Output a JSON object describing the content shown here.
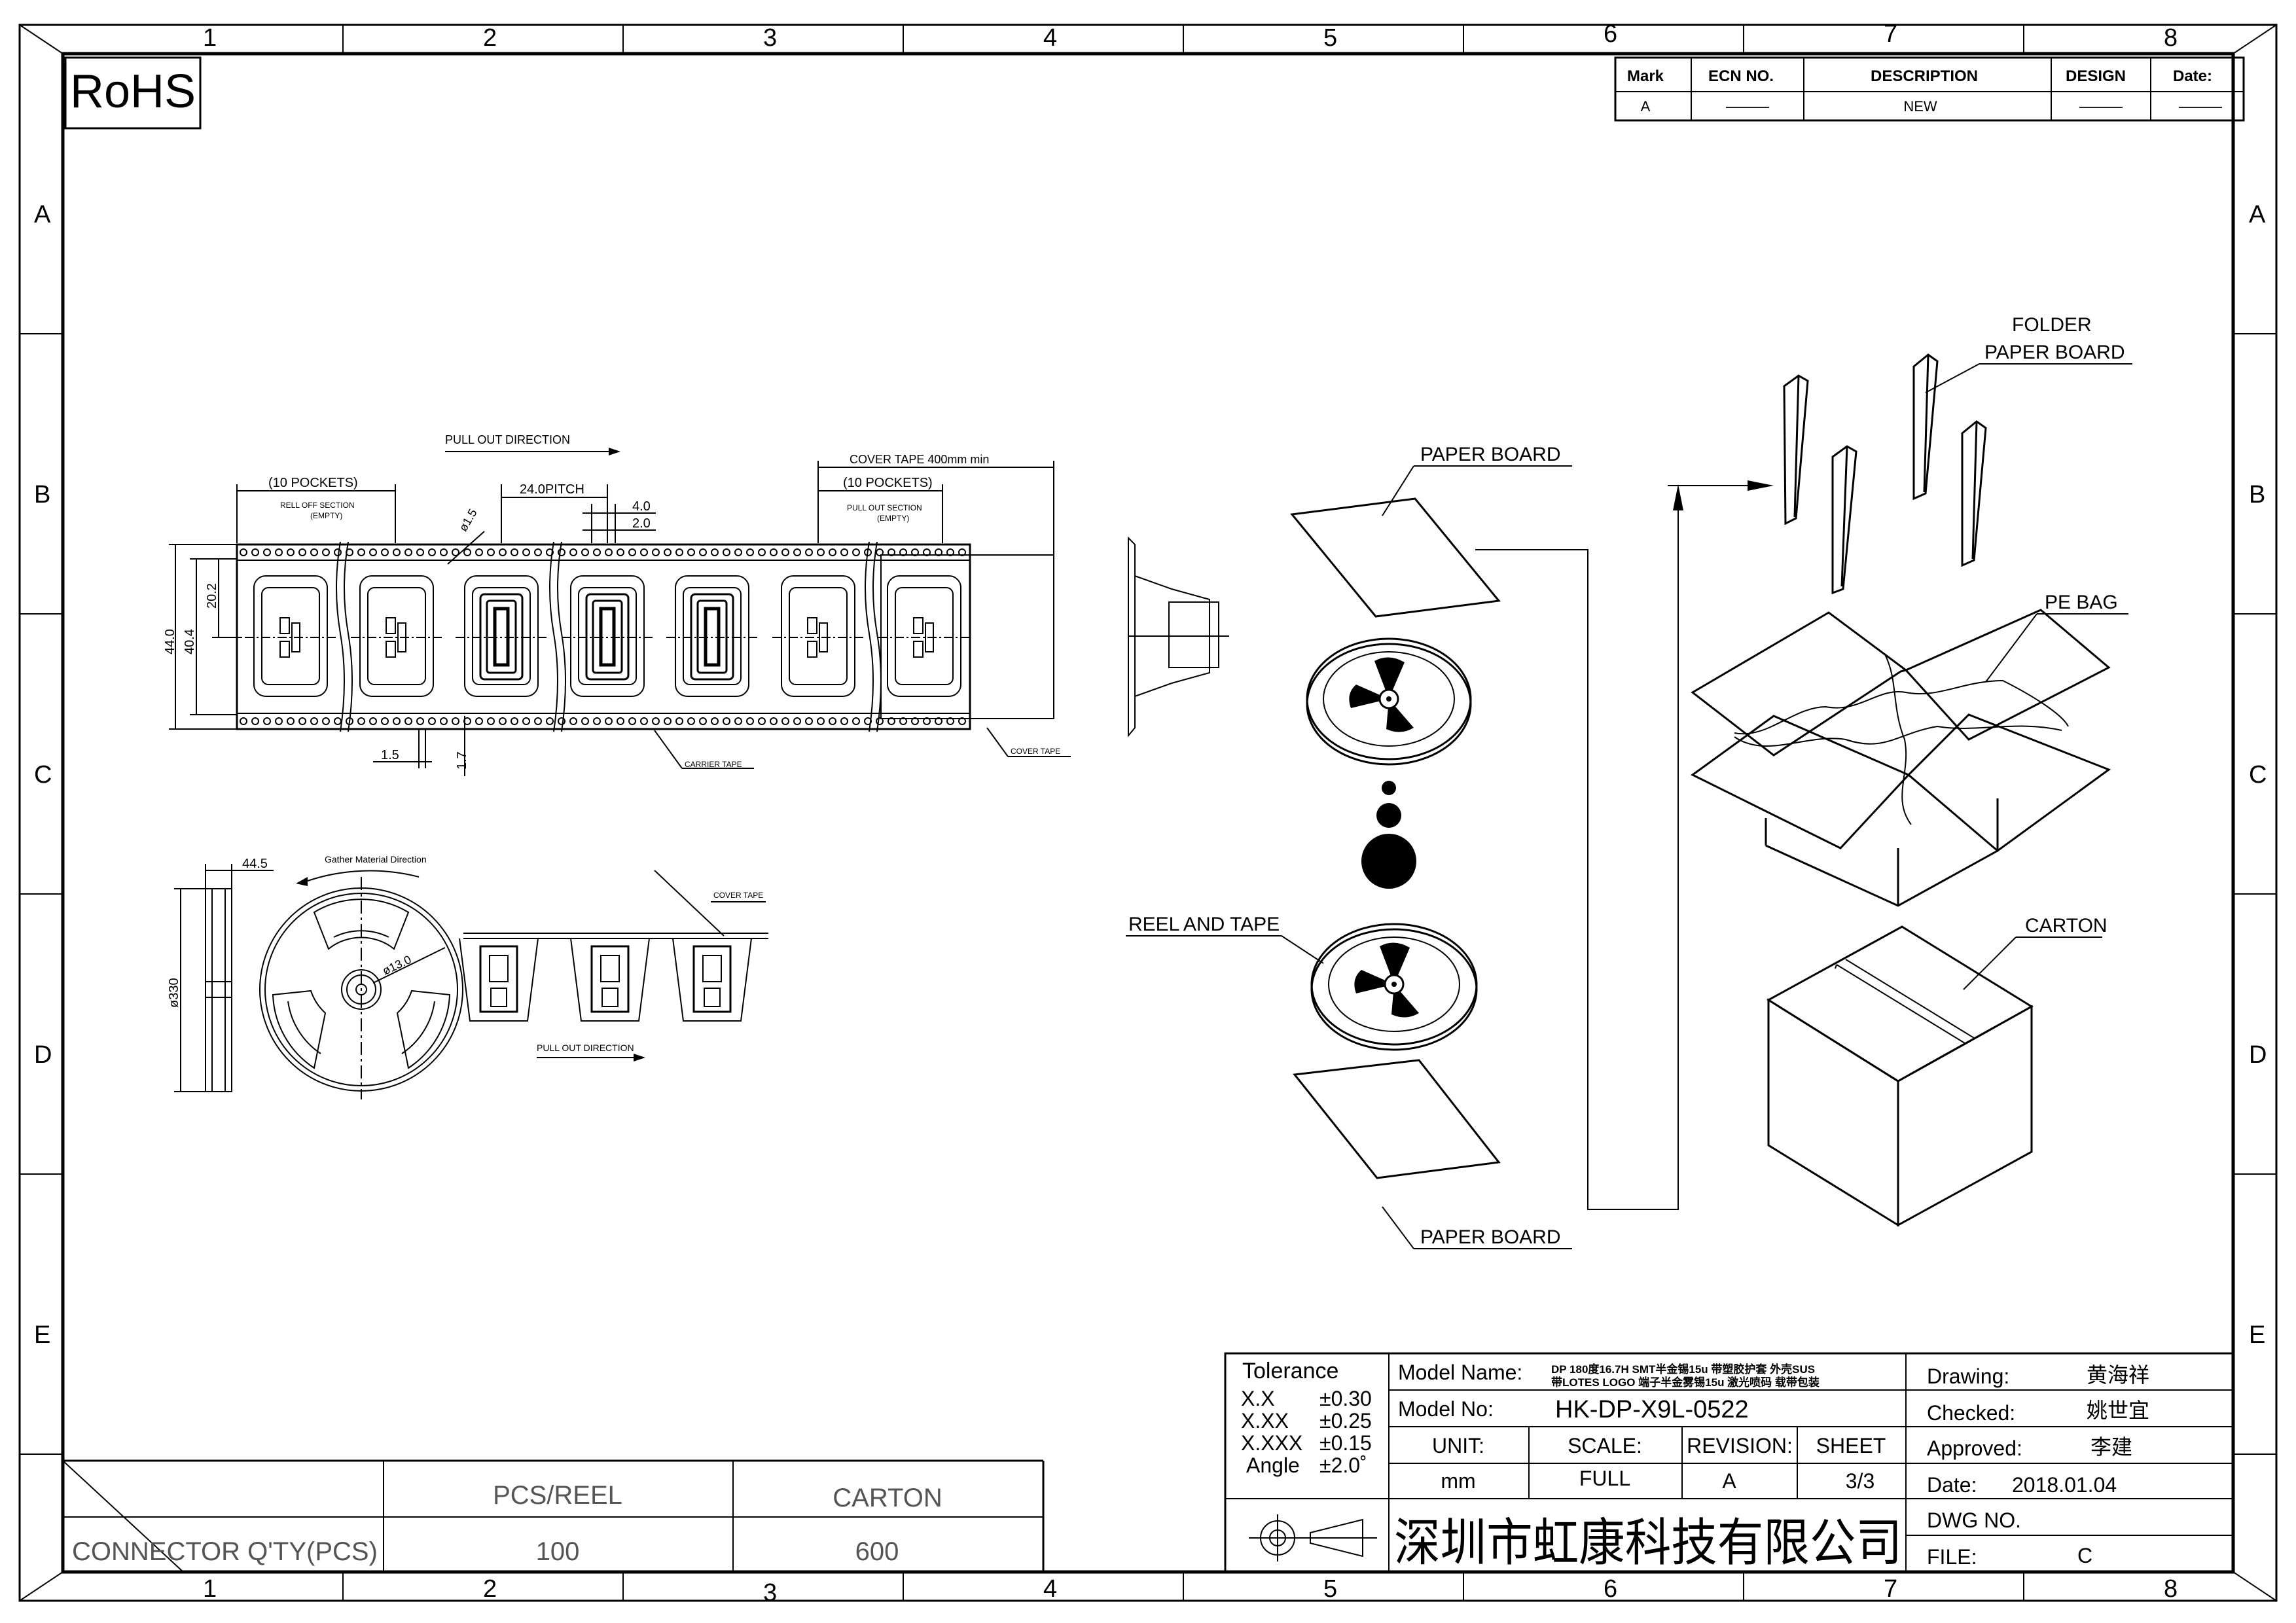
{
  "rohs": "RoHS",
  "grid": {
    "columns": [
      "1",
      "2",
      "3",
      "4",
      "5",
      "6",
      "7",
      "8"
    ],
    "rows": [
      "A",
      "B",
      "C",
      "D",
      "E"
    ]
  },
  "revision_table": {
    "headers": [
      "Mark",
      "ECN NO.",
      "DESCRIPTION",
      "DESIGN",
      "Date:"
    ],
    "row": [
      "A",
      "———",
      "NEW",
      "———",
      "———"
    ]
  },
  "tape_drawing": {
    "pull_out_direction": "PULL OUT DIRECTION",
    "ten_pockets_left": "(10 POCKETS)",
    "rell_off_section": "RELL OFF SECTION",
    "empty_left": "(EMPTY)",
    "pitch": "24.0PITCH",
    "hole_dia": "ø1.5",
    "dim_4_0": "4.0",
    "dim_2_0": "2.0",
    "cover_tape_400": "COVER TAPE  400mm  min",
    "ten_pockets_right": "(10 POCKETS)",
    "pull_out_section": "PULL OUT SECTION",
    "empty_right": "(EMPTY)",
    "dim_44_0": "44.0",
    "dim_40_4": "40.4",
    "dim_20_2": "20.2",
    "dim_1_5": "1.5",
    "dim_1_7": "1.7",
    "carrier_tape": "CARRIER TAPE",
    "cover_tape": "COVER TAPE"
  },
  "reel_drawing": {
    "dim_44_5": "44.5",
    "gather_direction": "Gather Material Direction",
    "dia_330": "ø330",
    "dia_13": "ø13.0",
    "cover_tape": "COVER TAPE",
    "pull_out_direction": "PULL OUT DIRECTION"
  },
  "packing": {
    "paper_board_top": "PAPER BOARD",
    "reel_and_tape": "REEL AND TAPE",
    "paper_board_bottom": "PAPER BOARD",
    "folder": "FOLDER",
    "folder_paper_board": "PAPER BOARD",
    "pe_bag": "PE BAG",
    "carton": "CARTON"
  },
  "quantity_table": {
    "label": "CONNECTOR Q'TY(PCS)",
    "headers": [
      "PCS/REEL",
      "CARTON"
    ],
    "values": [
      "100",
      "600"
    ]
  },
  "title_block": {
    "tolerance_title": "Tolerance",
    "tolerances": [
      {
        "label": "X.X",
        "value": "±0.30"
      },
      {
        "label": "X.XX",
        "value": "±0.25"
      },
      {
        "label": "X.XXX",
        "value": "±0.15"
      },
      {
        "label": "Angle",
        "value": "±2.0˚"
      }
    ],
    "model_name_label": "Model  Name:",
    "model_name_line1": "DP 180度16.7H SMT半金锡15u 带塑胶护套 外壳SUS",
    "model_name_line2": "带LOTES LOGO 端子半金雾锡15u 激光喷码 载带包装",
    "model_no_label": "Model  No:",
    "model_no": "HK-DP-X9L-0522",
    "unit_label": "UNIT:",
    "scale_label": "SCALE:",
    "revision_label": "REVISION:",
    "sheet_label": "SHEET",
    "unit": "mm",
    "scale": "FULL",
    "revision": "A",
    "sheet": "3/3",
    "company": "深圳市虹康科技有限公司",
    "drawing_label": "Drawing:",
    "drawing": "黄海祥",
    "checked_label": "Checked:",
    "checked": "姚世宜",
    "approved_label": "Approved:",
    "approved": "李建",
    "date_label": "Date:",
    "date": "2018.01.04",
    "dwg_label": "DWG  NO.",
    "file_label": "FILE:",
    "file": "C"
  }
}
